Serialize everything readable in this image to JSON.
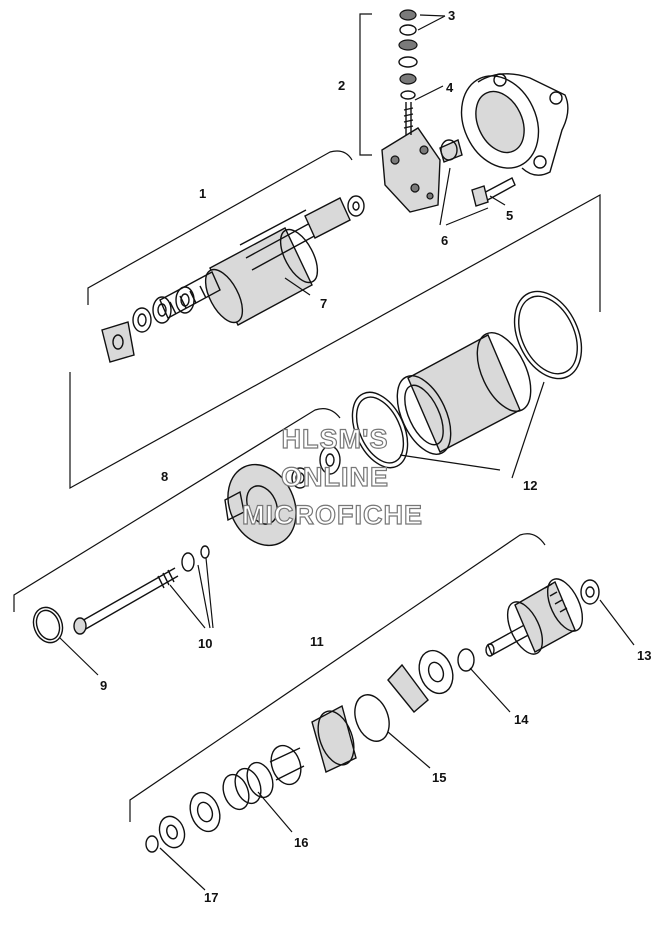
{
  "callouts": [
    "1",
    "2",
    "3",
    "4",
    "5",
    "6",
    "7",
    "8",
    "9",
    "10",
    "11",
    "12",
    "13",
    "14",
    "15",
    "16",
    "17"
  ],
  "watermark": {
    "line1": "HLSM'S",
    "line2": "ONLINE",
    "line3": "MICROFICHE"
  }
}
